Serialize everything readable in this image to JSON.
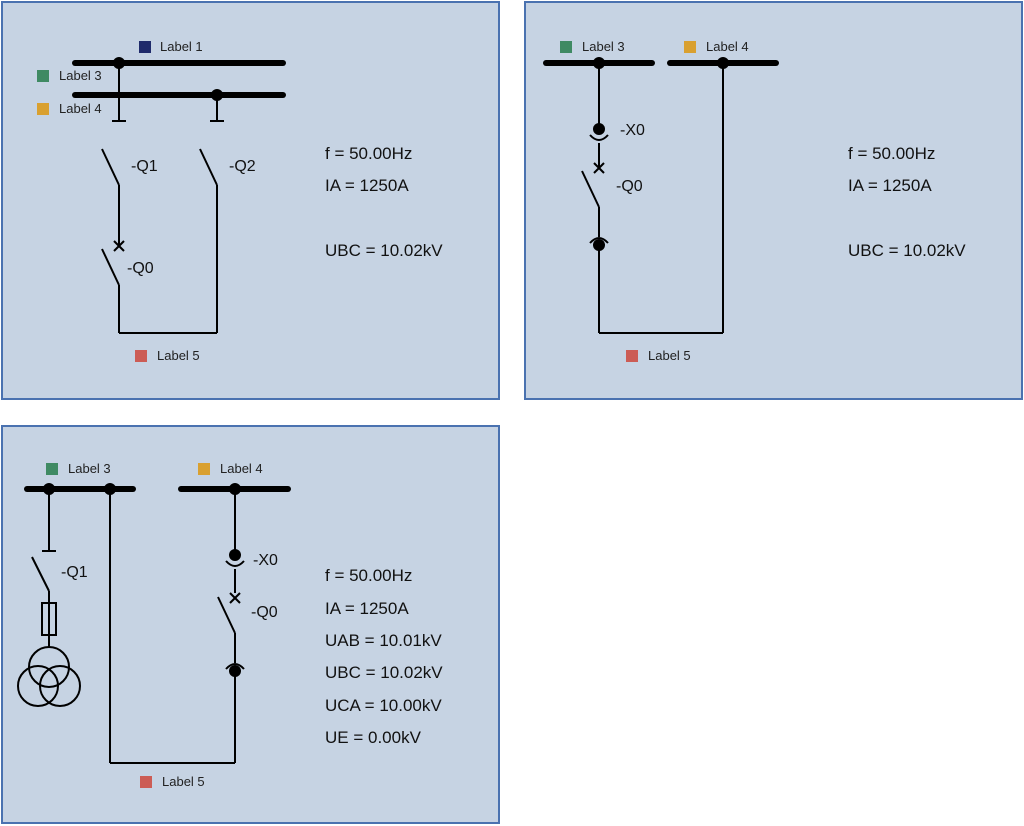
{
  "colors": {
    "panel_bg": "#c6d3e3",
    "panel_border": "#4a72b0",
    "label1": "#1f2a6b",
    "label3": "#3f8a63",
    "label4": "#d9a030",
    "label5": "#cc5c55"
  },
  "panel1": {
    "label1": "Label 1",
    "label3": "Label 3",
    "label4": "Label 4",
    "label5": "Label 5",
    "q1": "-Q1",
    "q2": "-Q2",
    "q0": "-Q0",
    "m1": "f = 50.00Hz",
    "m2": "IA = 1250A",
    "m3": "UBC = 10.02kV"
  },
  "panel2": {
    "label3": "Label 3",
    "label4": "Label 4",
    "label5": "Label 5",
    "x0": "-X0",
    "q0": "-Q0",
    "m1": "f = 50.00Hz",
    "m2": "IA = 1250A",
    "m3": "UBC = 10.02kV"
  },
  "panel3": {
    "label3": "Label 3",
    "label4": "Label 4",
    "label5": "Label 5",
    "q1": "-Q1",
    "x0": "-X0",
    "q0": "-Q0",
    "m1": "f = 50.00Hz",
    "m2": "IA = 1250A",
    "m3": "UAB = 10.01kV",
    "m4": "UBC = 10.02kV",
    "m5": "UCA = 10.00kV",
    "m6": "UE = 0.00kV"
  }
}
